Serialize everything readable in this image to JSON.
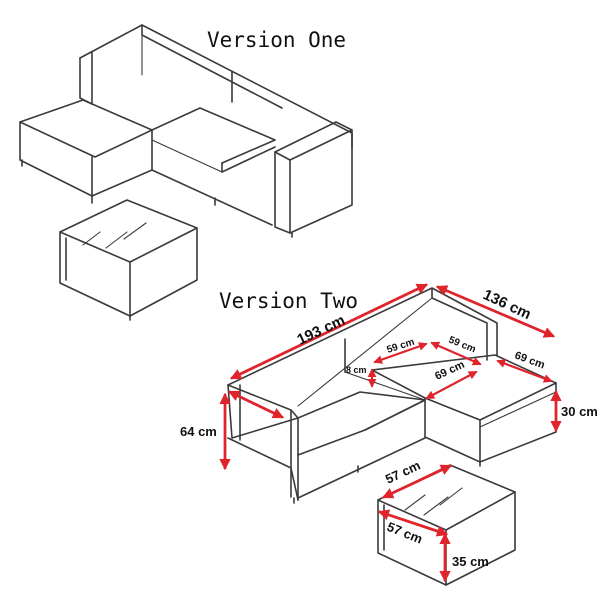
{
  "diagram": {
    "titles": {
      "version_one": "Version One",
      "version_two": "Version Two"
    },
    "dimensions": {
      "total_length": "193 cm",
      "chaise_length": "136 cm",
      "seat_depth_left": "59 cm",
      "seat_depth_right": "59 cm",
      "cushion_thickness": "8 cm",
      "chaise_width": "69 cm",
      "chaise_inner_width": "69 cm",
      "chaise_height": "30 cm",
      "sofa_height": "64 cm",
      "table_width": "57 cm",
      "table_depth": "57 cm",
      "table_height": "35 cm"
    },
    "colors": {
      "line": "#3a3a3a",
      "arrow": "#e0242c",
      "text": "#111111"
    }
  }
}
